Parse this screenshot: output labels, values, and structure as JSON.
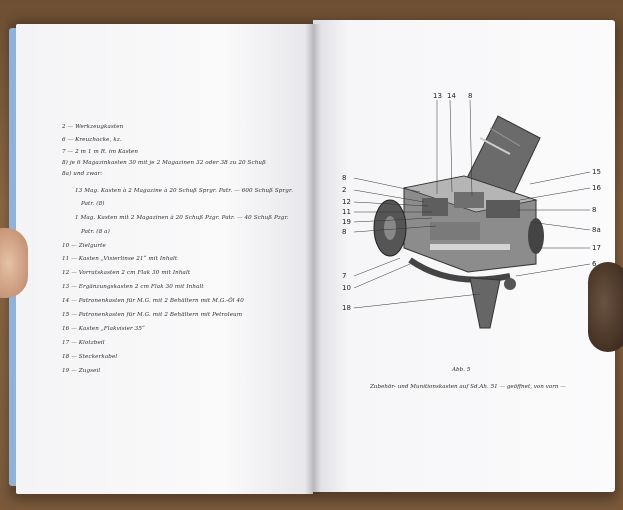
{
  "left_page": {
    "lines": [
      "2 — Werkzeugkasten",
      "6 — Kreuzhacke, kz.",
      "7 — 2 m 1 m R. im Kasten",
      "8) je 6 Magazinkasten 30 mit je 2 Magazinen 32 oder 38 zu 20 Schuß",
      "8a) und zwar:",
      "13 Mag. Kasten à 2 Magazine à 20 Schuß Sprgr. Patr. — 600 Schuß Sprgr.",
      "Patr. (8)",
      "1 Mag. Kasten mit 2 Magazinen à 20 Schuß Pzgr. Patr. — 40 Schuß Pzgr.",
      "Patr. (8 a)",
      "10 — Zielgurte",
      "11 — Kasten „Visierlinse 21“ mit Inhalt",
      "12 — Vorratskasten 2 cm Flak 30 mit Inhalt",
      "13 — Ergänzungskasten 2 cm Flak 30 mit Inhalt",
      "14 — Patronenkasten für M.G. mit 2 Behältern mit M.G.-Öl 40",
      "15 — Patronenkasten für M.G. mit 2 Behältern mit Petroleum",
      "16 — Kasten „Flakvisier 35“",
      "17 — Klotzbeil",
      "18 — Steckerkabel",
      "19 — Zugseil"
    ]
  },
  "right_page": {
    "callouts_top": [
      "13",
      "14",
      "8"
    ],
    "callouts_left": [
      "8",
      "2",
      "12",
      "11",
      "19",
      "8",
      "7",
      "10",
      "18"
    ],
    "callouts_right": [
      "15",
      "16",
      "8",
      "8a",
      "17",
      "6"
    ],
    "caption_title": "Abb. 5",
    "caption_text": "Zubehör- und Munitionskasten auf Sd.Ah. 51 — geöffnet, von vorn —"
  },
  "colors": {
    "table": "#7a5a3c",
    "page": "#f8f8f9",
    "spine_edge": "#8fb2d6",
    "ink": "#2b2b2b"
  }
}
